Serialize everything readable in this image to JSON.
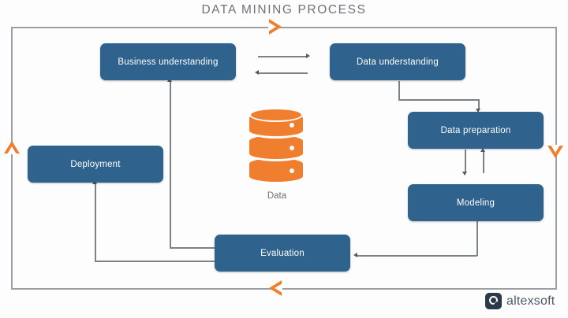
{
  "title": "DATA MINING PROCESS",
  "colors": {
    "node_fill": "#2f628c",
    "node_text": "#ffffff",
    "accent_orange": "#ef7f2f",
    "frame_gray": "#9aa0a6",
    "connector_gray": "#7c8186",
    "title_gray": "#6d7278",
    "logo_navy": "#2b3a4a"
  },
  "nodes": [
    {
      "id": "business-understanding",
      "label": "Business understanding"
    },
    {
      "id": "data-understanding",
      "label": "Data understanding"
    },
    {
      "id": "data-preparation",
      "label": "Data preparation"
    },
    {
      "id": "modeling",
      "label": "Modeling"
    },
    {
      "id": "evaluation",
      "label": "Evaluation"
    },
    {
      "id": "deployment",
      "label": "Deployment"
    }
  ],
  "data_store": {
    "label": "Data",
    "icon": "database-icon"
  },
  "loop_arrows": [
    {
      "id": "top-loop-arrow",
      "direction": "right"
    },
    {
      "id": "right-loop-arrow",
      "direction": "down"
    },
    {
      "id": "bottom-loop-arrow",
      "direction": "left"
    },
    {
      "id": "left-loop-arrow",
      "direction": "up"
    }
  ],
  "connectors": [
    {
      "id": "business-to-data-understanding",
      "direction": "right"
    },
    {
      "id": "data-understanding-to-business",
      "direction": "left"
    },
    {
      "id": "data-understanding-to-preparation",
      "direction": "down"
    },
    {
      "id": "preparation-to-modeling",
      "direction": "down"
    },
    {
      "id": "modeling-to-preparation",
      "direction": "up"
    },
    {
      "id": "modeling-to-evaluation",
      "direction": "left"
    },
    {
      "id": "evaluation-to-business",
      "direction": "up"
    },
    {
      "id": "evaluation-to-deployment",
      "direction": "up"
    }
  ],
  "logo": {
    "text": "altexsoft",
    "mark": "altexsoft-logo-mark"
  }
}
